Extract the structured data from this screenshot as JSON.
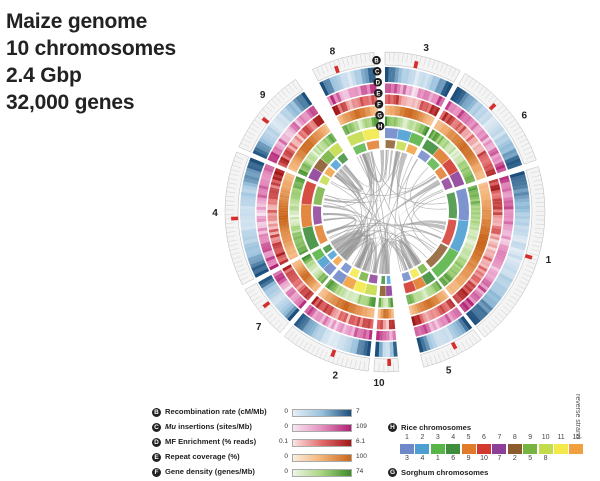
{
  "title_lines": [
    "Maize genome",
    "10 chromosomes",
    "2.4 Gbp",
    "32,000 genes"
  ],
  "chromosomes": [
    {
      "name": "1",
      "start_deg": 73.5,
      "end_deg": 141.5,
      "label_deg": 106
    },
    {
      "name": "5",
      "start_deg": 143,
      "end_deg": 166,
      "label_deg": 158
    },
    {
      "name": "10",
      "start_deg": 175,
      "end_deg": 184,
      "label_deg": 182
    },
    {
      "name": "2",
      "start_deg": 186,
      "end_deg": 219,
      "label_deg": 197
    },
    {
      "name": "7",
      "start_deg": 221,
      "end_deg": 241,
      "label_deg": 228
    },
    {
      "name": "4",
      "start_deg": 243,
      "end_deg": 292,
      "label_deg": 270
    },
    {
      "name": "9",
      "start_deg": 294,
      "end_deg": 326,
      "label_deg": 314
    },
    {
      "name": "8",
      "start_deg": 333,
      "end_deg": 356,
      "label_deg": 342
    },
    {
      "name": "3",
      "start_deg": 0,
      "end_deg": 28,
      "label_deg": 14
    },
    {
      "name": "6",
      "start_deg": 30,
      "end_deg": 71,
      "label_deg": 55
    }
  ],
  "track_badges": [
    "B",
    "C",
    "D",
    "E",
    "F",
    "G",
    "H"
  ],
  "legend": [
    {
      "badge": "B",
      "label_plain": "Recombination rate (cM/Mb)",
      "label_italic": "",
      "min": "0",
      "max": "7",
      "grad": [
        "#e7eff6",
        "#98c0dc",
        "#1c4f7c"
      ]
    },
    {
      "badge": "C",
      "label_plain": " insertions (sites/Mb)",
      "label_italic": "Mu",
      "min": "0",
      "max": "109",
      "grad": [
        "#f7e6f1",
        "#e58fbf",
        "#b02073"
      ]
    },
    {
      "badge": "D",
      "label_plain": "MF Enrichment (% reads)",
      "label_italic": "",
      "min": "0.1",
      "max": "6.1",
      "grad": [
        "#fbe4e4",
        "#e26a6a",
        "#a01616"
      ]
    },
    {
      "badge": "E",
      "label_plain": "Repeat coverage (%)",
      "label_italic": "",
      "min": "0",
      "max": "100",
      "grad": [
        "#fbeedd",
        "#f2b276",
        "#c9651b"
      ]
    },
    {
      "badge": "F",
      "label_plain": "Gene density (genes/Mb)",
      "label_italic": "",
      "min": "0",
      "max": "74",
      "grad": [
        "#edf6e4",
        "#a8d47e",
        "#3c8c2a"
      ]
    }
  ],
  "rice": {
    "badge": "H",
    "title": "Rice chromosomes",
    "numbers": [
      "1",
      "2",
      "3",
      "4",
      "5",
      "6",
      "7",
      "8",
      "9",
      "10",
      "11",
      "12"
    ],
    "colors": [
      "#6f88c9",
      "#4d9fd2",
      "#5ab549",
      "#3e8e3c",
      "#e07b2b",
      "#d23a2f",
      "#8d3f97",
      "#8c5b2c",
      "#76b33f",
      "#c3dc4b",
      "#f3e94a",
      "#f0a03e"
    ]
  },
  "sorghum": {
    "badge": "G",
    "title": "Sorghum chromosomes",
    "numbers": [
      "3",
      "4",
      "1",
      "6",
      "9",
      "10",
      "7",
      "2",
      "5",
      "8"
    ]
  },
  "strand_label": "reverse strand"
}
